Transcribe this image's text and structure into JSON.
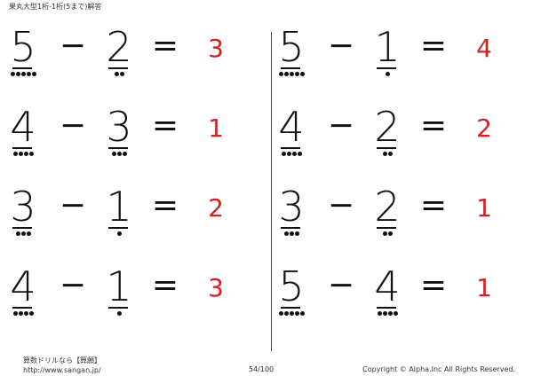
{
  "header": {
    "title": "果丸大型1桁-1桁(5まで)解答"
  },
  "colors": {
    "answer": "#d42020",
    "text": "#111111"
  },
  "problems_left": [
    {
      "a": "5",
      "op": "−",
      "b": "2",
      "eq": "=",
      "answer": "3",
      "a_dots": 5,
      "b_dots": 2
    },
    {
      "a": "4",
      "op": "−",
      "b": "3",
      "eq": "=",
      "answer": "1",
      "a_dots": 4,
      "b_dots": 3
    },
    {
      "a": "3",
      "op": "−",
      "b": "1",
      "eq": "=",
      "answer": "2",
      "a_dots": 3,
      "b_dots": 1
    },
    {
      "a": "4",
      "op": "−",
      "b": "1",
      "eq": "=",
      "answer": "3",
      "a_dots": 4,
      "b_dots": 1
    }
  ],
  "problems_right": [
    {
      "a": "5",
      "op": "−",
      "b": "1",
      "eq": "=",
      "answer": "4",
      "a_dots": 5,
      "b_dots": 1
    },
    {
      "a": "4",
      "op": "−",
      "b": "2",
      "eq": "=",
      "answer": "2",
      "a_dots": 4,
      "b_dots": 2
    },
    {
      "a": "3",
      "op": "−",
      "b": "2",
      "eq": "=",
      "answer": "1",
      "a_dots": 3,
      "b_dots": 2
    },
    {
      "a": "5",
      "op": "−",
      "b": "4",
      "eq": "=",
      "answer": "1",
      "a_dots": 5,
      "b_dots": 4
    }
  ],
  "footer": {
    "brand": "算数ドリルなら【算願】",
    "url": "http://www.sangan.jp/",
    "page": "54/100",
    "copyright": "Copyright © Alpha.Inc All Rights Reserved."
  }
}
